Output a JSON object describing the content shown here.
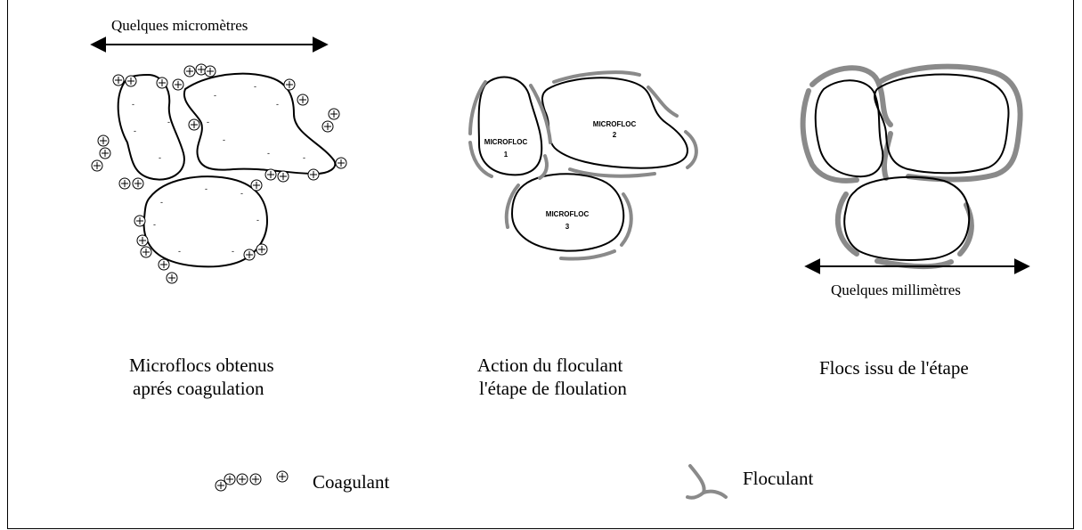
{
  "scale_labels": {
    "top_left": "Quelques micromètres",
    "right": "Quelques millimètres"
  },
  "captions": {
    "left_line1": "Microflocs obtenus",
    "left_line2": "aprés coagulation",
    "middle_line1": "Action du floculant",
    "middle_line2": "l'étape de floulation",
    "right": "Flocs issu de l'étape"
  },
  "microflocs": [
    {
      "name": "MICROFLOC",
      "number": "1"
    },
    {
      "name": "MICROFLOC",
      "number": "2"
    },
    {
      "name": "MICROFLOC",
      "number": "3"
    }
  ],
  "legend": {
    "coagulant_label": "Coagulant",
    "floculant_label": "Floculant"
  },
  "colors": {
    "outline": "#000000",
    "floculant": "#8a8a8a"
  }
}
